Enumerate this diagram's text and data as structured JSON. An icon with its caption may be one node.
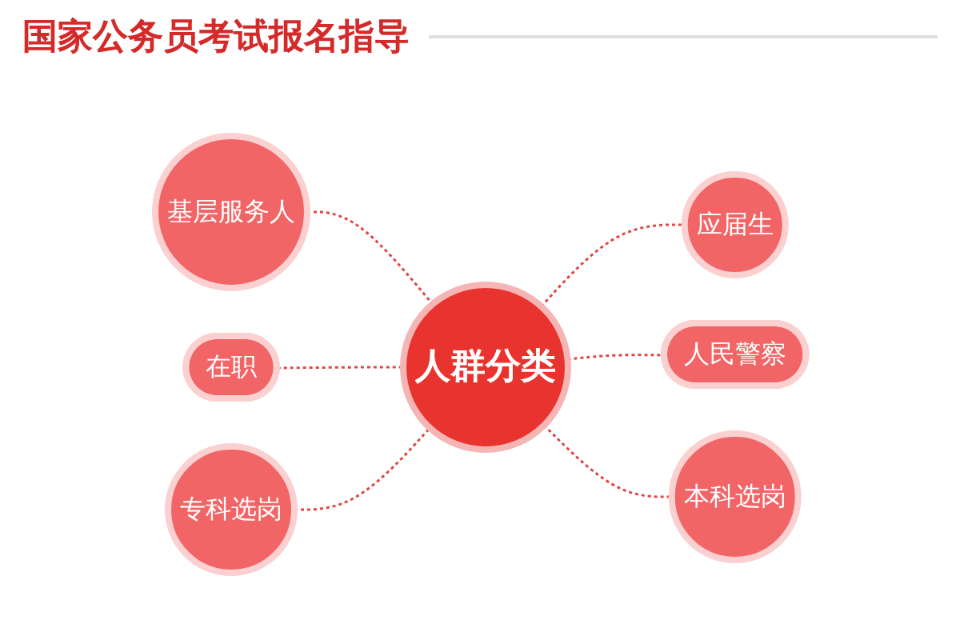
{
  "diagram": {
    "title": "国家公务员考试报名指导",
    "nodes": [
      {
        "text": [
          "人群分类"
        ]
      },
      {
        "text": [
          "基层服务人"
        ]
      },
      {
        "text": [
          "应届生"
        ]
      },
      {
        "text": [
          "在职"
        ]
      },
      {
        "text": [
          "人民警察"
        ]
      },
      {
        "text": [
          "专科选岗"
        ]
      },
      {
        "text": [
          "本科选岗"
        ]
      }
    ],
    "edges": [
      {
        "from": 1,
        "to": 0,
        "arrow": "none",
        "style": "dashed"
      },
      {
        "from": 0,
        "to": 2,
        "arrow": "none",
        "style": "dashed"
      },
      {
        "from": 3,
        "to": 0,
        "arrow": "none",
        "style": "dashed"
      },
      {
        "from": 0,
        "to": 4,
        "arrow": "none",
        "style": "dashed"
      },
      {
        "from": 5,
        "to": 0,
        "arrow": "none",
        "style": "dashed"
      },
      {
        "from": 0,
        "to": 6,
        "arrow": "none",
        "style": "dashed"
      }
    ]
  }
}
